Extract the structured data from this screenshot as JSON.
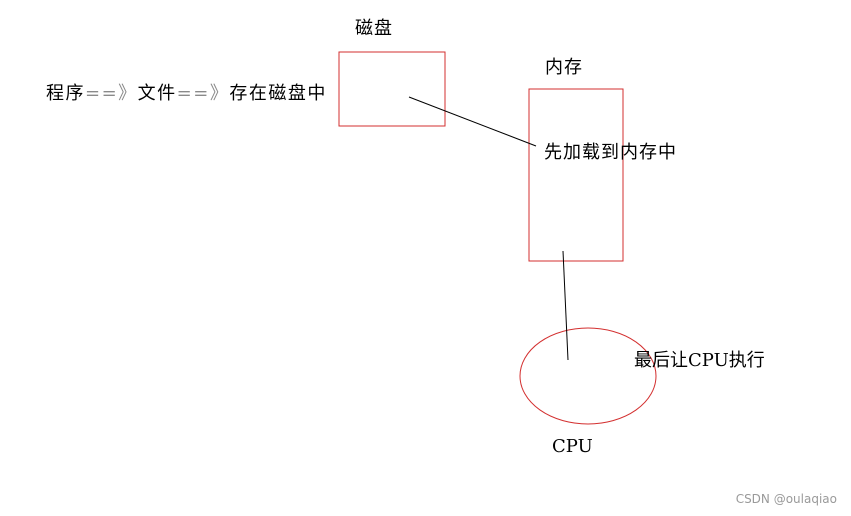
{
  "labels": {
    "disk": "磁盘",
    "memory": "内存",
    "load": "先加载到内存中",
    "execute": "最后让CPU执行",
    "cpu": "CPU"
  },
  "program_line": {
    "program": "程序",
    "arrow1": "==》",
    "file": "文件",
    "arrow2": "==》",
    "stored": "存在磁盘中"
  },
  "watermark": "CSDN @oulaqiao",
  "colors": {
    "box_stroke": "#d32f2f",
    "line_stroke": "#000000",
    "arrow_text": "#8a8a8a"
  }
}
